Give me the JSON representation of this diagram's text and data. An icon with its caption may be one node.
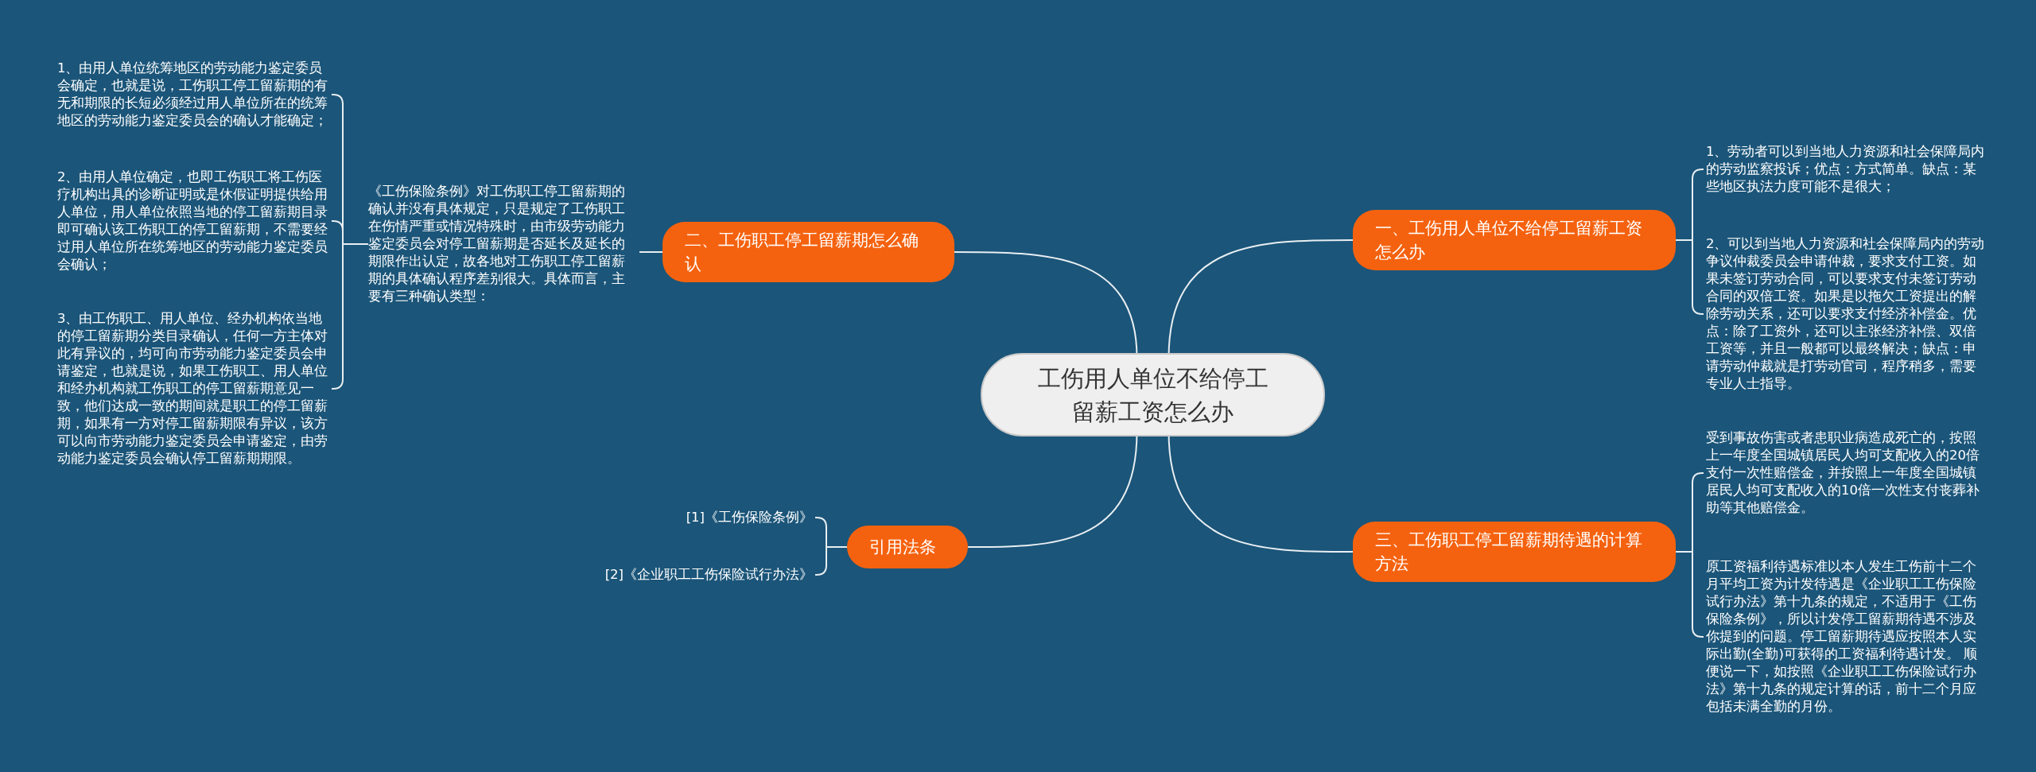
{
  "diagram": {
    "nodes": [
      {
        "text": [
          "工伤用人单位不给停工留薪工资怎么办"
        ]
      },
      {
        "text": [
          "一、工伤用人单位不给停工留薪工资怎么办"
        ]
      },
      {
        "text": [
          "1、劳动者可以到当地人力资源和社会保障局内的劳动监察投诉；优点：方式简单。缺点：某些地区执法力度可能不是很大；"
        ]
      },
      {
        "text": [
          "2、可以到当地人力资源和社会保障局内的劳动争议仲裁委员会申请仲裁，要求支付工资。如果未签订劳动合同，可以要求支付未签订劳动合同的双倍工资。如果是以拖欠工资提出的解除劳动关系，还可以要求支付经济补偿金。优点：除了工资外，还可以主张经济补偿、双倍工资等，并且一般都可以最终解决；缺点：申请劳动仲裁就是打劳动官司，程序稍多，需要专业人士指导。"
        ]
      },
      {
        "text": [
          "二、工伤职工停工留薪期怎么确认"
        ]
      },
      {
        "text": [
          "《工伤保险条例》对工伤职工停工留薪期的确认并没有具体规定，只是规定了工伤职工在伤情严重或情况特殊时，由市级劳动能力鉴定委员会对停工留薪期是否延长及延长的期限作出认定，故各地对工伤职工停工留薪期的具体确认程序差别很大。具体而言，主要有三种确认类型："
        ]
      },
      {
        "text": [
          "1、由用人单位统筹地区的劳动能力鉴定委员会确定，也就是说，工伤职工停工留薪期的有无和期限的长短必须经过用人单位所在的统筹地区的劳动能力鉴定委员会的确认才能确定；"
        ]
      },
      {
        "text": [
          "2、由用人单位确定，也即工伤职工将工伤医疗机构出具的诊断证明或是休假证明提供给用人单位，用人单位依照当地的停工留薪期目录即可确认该工伤职工的停工留薪期，不需要经过用人单位所在统筹地区的劳动能力鉴定委员会确认；"
        ]
      },
      {
        "text": [
          "3、由工伤职工、用人单位、经办机构依当地的停工留薪期分类目录确认，任何一方主体对此有异议的，均可向市劳动能力鉴定委员会申请鉴定，也就是说，如果工伤职工、用人单位和经办机构就工伤职工的停工留薪期意见一致，他们达成一致的期间就是职工的停工留薪期，如果有一方对停工留薪期限有异议，该方可以向市劳动能力鉴定委员会申请鉴定，由劳动能力鉴定委员会确认停工留薪期期限。"
        ]
      },
      {
        "text": [
          "三、工伤职工停工留薪期待遇的计算方法"
        ]
      },
      {
        "text": [
          "受到事故伤害或者患职业病造成死亡的，按照上一年度全国城镇居民人均可支配收入的20倍支付一次性赔偿金，并按照上一年度全国城镇居民人均可支配收入的10倍一次性支付丧葬补助等其他赔偿金。"
        ]
      },
      {
        "text": [
          "原工资福利待遇标准以本人发生工伤前十二个月平均工资为计发待遇是《企业职工工伤保险试行办法》第十九条的规定，不适用于《工伤保险条例》，所以计发停工留薪期待遇不涉及你提到的问题。停工留薪期待遇应按照本人实际出勤(全勤)可获得的工资福利待遇计发。 顺便说一下，如按照《企业职工工伤保险试行办法》第十九条的规定计算的话，前十二个月应包括未满全勤的月份。"
        ]
      },
      {
        "text": [
          "引用法条"
        ]
      },
      {
        "text": [
          "[1]《工伤保险条例》"
        ]
      },
      {
        "text": [
          "[2]《企业职工工伤保险试行办法》"
        ]
      }
    ],
    "edges": [
      {
        "from": 0,
        "to": 1,
        "arrow": "none"
      },
      {
        "from": 1,
        "to": 2,
        "arrow": "none"
      },
      {
        "from": 1,
        "to": 3,
        "arrow": "none"
      },
      {
        "from": 0,
        "to": 4,
        "arrow": "none"
      },
      {
        "from": 4,
        "to": 5,
        "arrow": "none"
      },
      {
        "from": 5,
        "to": 6,
        "arrow": "none"
      },
      {
        "from": 5,
        "to": 7,
        "arrow": "none"
      },
      {
        "from": 5,
        "to": 8,
        "arrow": "none"
      },
      {
        "from": 0,
        "to": 9,
        "arrow": "none"
      },
      {
        "from": 9,
        "to": 10,
        "arrow": "none"
      },
      {
        "from": 9,
        "to": 11,
        "arrow": "none"
      },
      {
        "from": 0,
        "to": 12,
        "arrow": "none"
      },
      {
        "from": 12,
        "to": 13,
        "arrow": "none"
      },
      {
        "from": 12,
        "to": 14,
        "arrow": "none"
      }
    ]
  }
}
